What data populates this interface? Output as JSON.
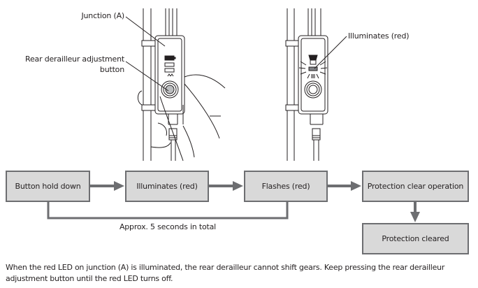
{
  "illustration_left": {
    "callouts": {
      "junction": "Junction (A)",
      "button_line1": "Rear derailleur adjustment",
      "button_line2": "button"
    }
  },
  "illustration_right": {
    "callouts": {
      "led": "Illuminates (red)"
    }
  },
  "flow": {
    "steps": [
      {
        "label": "Button hold down"
      },
      {
        "label": "Illuminates (red)"
      },
      {
        "label": "Flashes (red)"
      },
      {
        "label": "Protection clear operation"
      },
      {
        "label": "Protection cleared"
      }
    ],
    "duration_label": "Approx. 5 seconds in total"
  },
  "footer": {
    "text": "When the red LED on junction (A) is illuminated, the rear derailleur cannot shift gears. Keep pressing the rear derailleur adjustment button until the red LED turns off."
  },
  "colors": {
    "box_fill": "#d9d9d9",
    "box_border": "#6d6e71",
    "arrow": "#6d6e71",
    "ink": "#231f20"
  }
}
